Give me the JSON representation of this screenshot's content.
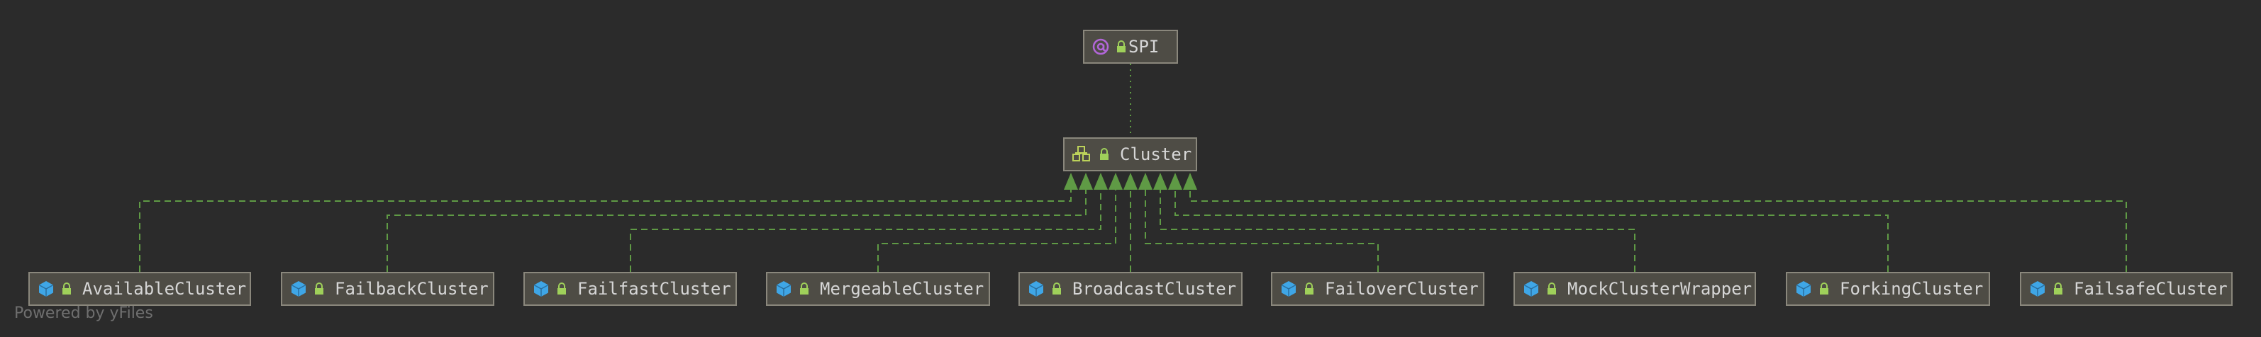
{
  "diagram": {
    "annotation": {
      "label": "SPI",
      "icon": "annotation-icon"
    },
    "interface": {
      "label": "Cluster",
      "icon": "interface-icon"
    },
    "implementations": [
      {
        "label": "AvailableCluster",
        "icon": "class-icon"
      },
      {
        "label": "FailbackCluster",
        "icon": "class-icon"
      },
      {
        "label": "FailfastCluster",
        "icon": "class-icon"
      },
      {
        "label": "MergeableCluster",
        "icon": "class-icon"
      },
      {
        "label": "BroadcastCluster",
        "icon": "class-icon"
      },
      {
        "label": "FailoverCluster",
        "icon": "class-icon"
      },
      {
        "label": "MockClusterWrapper",
        "icon": "class-icon"
      },
      {
        "label": "ForkingCluster",
        "icon": "class-icon"
      },
      {
        "label": "FailsafeCluster",
        "icon": "class-icon"
      }
    ]
  },
  "watermark": "Powered by yFiles",
  "colors": {
    "background": "#2b2b2b",
    "node_fill": "#4e4c45",
    "node_border": "#8a877c",
    "edge": "#5f9a45",
    "lock": "#9fd05a",
    "class_icon": "#3fa6e6",
    "annotation_icon": "#b266d8"
  }
}
